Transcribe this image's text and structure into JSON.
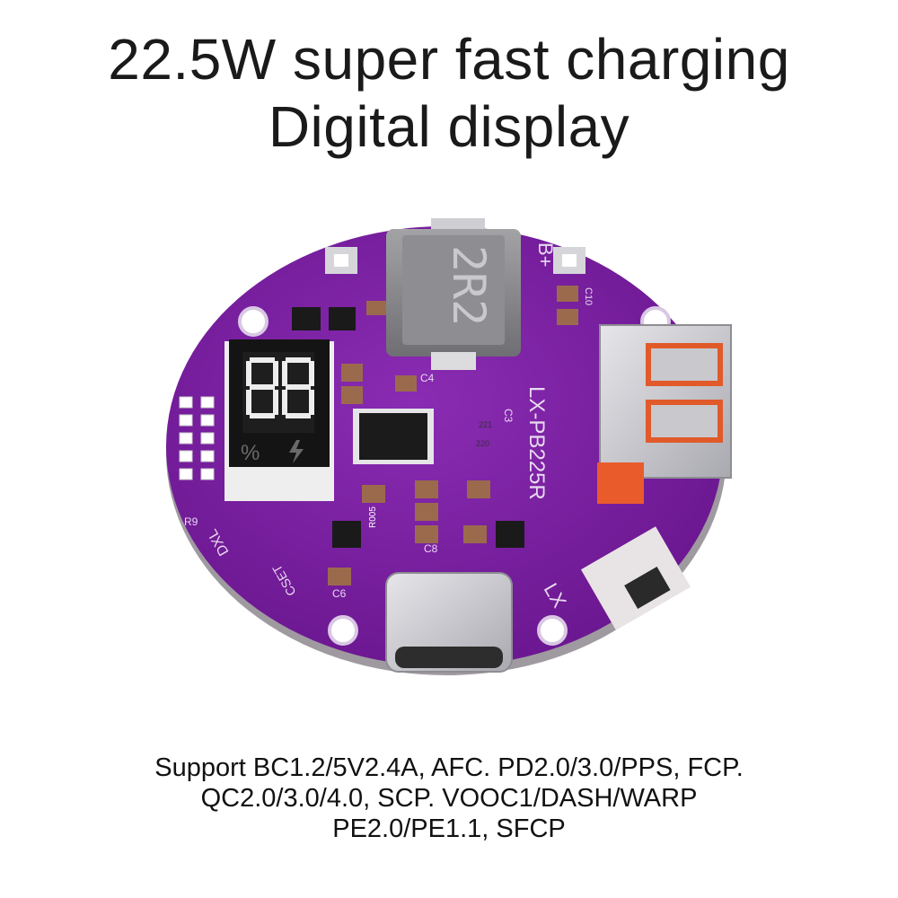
{
  "headline": {
    "line1": "22.5W super fast charging",
    "line2": "Digital display"
  },
  "support": {
    "line1": "Support BC1.2/5V2.4A, AFC. PD2.0/3.0/PPS, FCP.",
    "line2": "QC2.0/3.0/4.0, SCP. VOOC1/DASH/WARP",
    "line3": "PE2.0/PE1.1, SFCP"
  },
  "board": {
    "model": "LX-PB225R",
    "inductor_marking": "2R2",
    "top_label": "B+",
    "display_percent": "%",
    "silkscreen": {
      "lx": "LX",
      "dxl": "DXL",
      "cset": "CSET",
      "c3": "C3",
      "c4": "C4",
      "c6": "C6",
      "c8": "C8",
      "c10": "C10",
      "r9": "R9",
      "r005": "R005",
      "r220": "220",
      "r221": "221"
    },
    "colors": {
      "pcb": "#7b1fa2",
      "pcb_dark": "#5c1380",
      "silk": "#e8d9f0",
      "metal": "#c8c8cc"
    }
  }
}
